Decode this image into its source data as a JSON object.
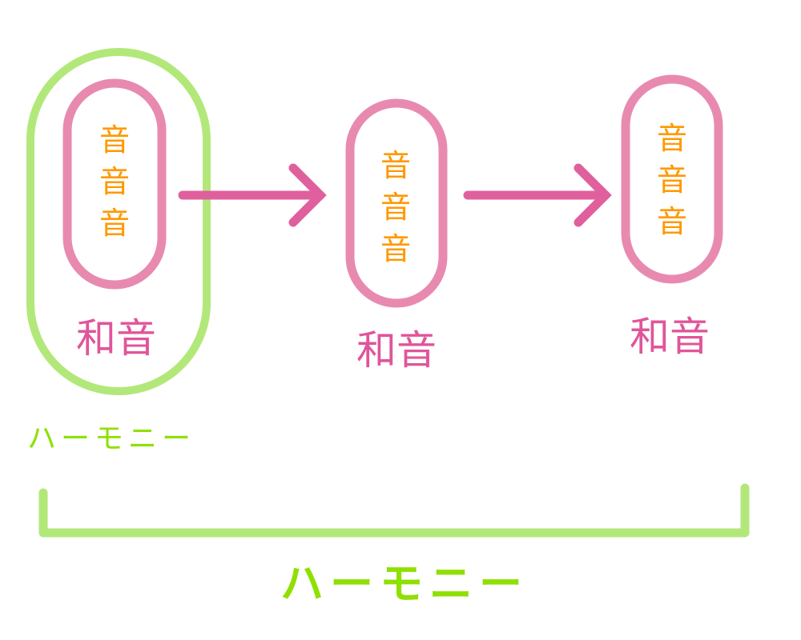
{
  "colors": {
    "outline_green": "#b2e87a",
    "text_green": "#8ee000",
    "capsule_pink": "#e88ab0",
    "arrow_pink": "#e0609e",
    "chord_text": "#e0559a",
    "note_text": "#ff9900"
  },
  "chords": [
    {
      "notes": [
        "音",
        "音",
        "音"
      ],
      "label": "和音"
    },
    {
      "notes": [
        "音",
        "音",
        "音"
      ],
      "label": "和音"
    },
    {
      "notes": [
        "音",
        "音",
        "音"
      ],
      "label": "和音"
    }
  ],
  "harmony_small_label": "ハーモニー",
  "harmony_big_label": "ハーモニー"
}
